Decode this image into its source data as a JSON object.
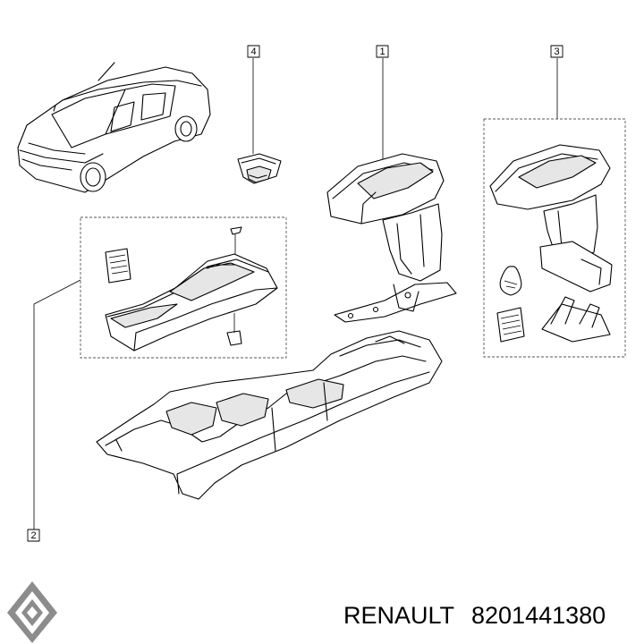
{
  "callouts": [
    {
      "id": "1",
      "label": "1"
    },
    {
      "id": "2",
      "label": "2"
    },
    {
      "id": "3",
      "label": "3"
    },
    {
      "id": "4",
      "label": "4"
    }
  ],
  "caption": {
    "brand": "RENAULT",
    "part_number": "8201441380"
  },
  "colors": {
    "line": "#000000",
    "dash": "#555555",
    "background": "#ffffff"
  },
  "icons": [
    "renault-logo-icon"
  ]
}
